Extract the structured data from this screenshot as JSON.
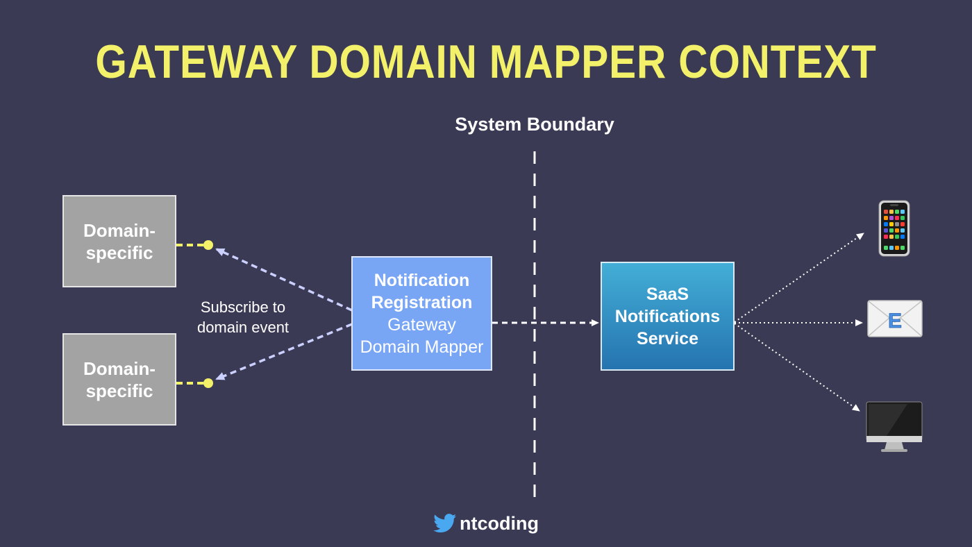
{
  "title": "GATEWAY DOMAIN MAPPER CONTEXT",
  "boundary_label": "System Boundary",
  "nodes": {
    "domain_top": {
      "line1": "Domain-",
      "line2": "specific"
    },
    "domain_bottom": {
      "line1": "Domain-",
      "line2": "specific"
    },
    "gateway": {
      "bold1": "Notification",
      "bold2": "Registration",
      "line3": "Gateway",
      "line4": "Domain Mapper"
    },
    "saas": {
      "line1": "SaaS",
      "line2": "Notifications",
      "line3": "Service"
    }
  },
  "edge_label": {
    "line1": "Subscribe to",
    "line2": "domain event"
  },
  "devices": {
    "email_letter": "E"
  },
  "handle": "ntcoding",
  "colors": {
    "background": "#3b3a55",
    "title": "#f3f06a",
    "domain_box": "#a3a3a3",
    "gateway_box": "#79a5f5",
    "saas_box": "#2f8fc4",
    "subscription_arrow": "#ccd0ff",
    "subscription_stub": "#f3f06a",
    "twitter": "#4aa8f0"
  },
  "icons": [
    "smartphone-icon",
    "email-icon",
    "desktop-monitor-icon",
    "twitter-bird-icon"
  ]
}
